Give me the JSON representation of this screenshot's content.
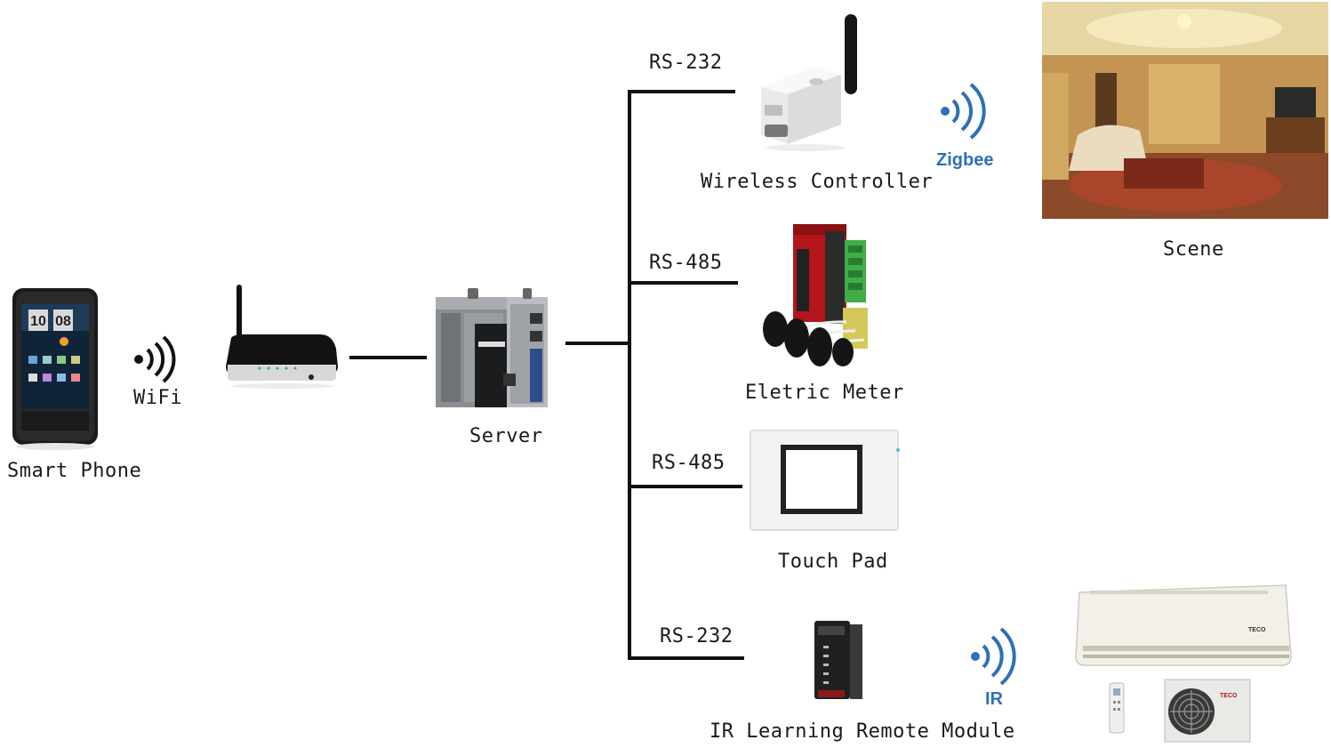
{
  "nodes": {
    "smart_phone": "Smart Phone",
    "wifi": "WiFi",
    "server": "Server",
    "wireless_controller": "Wireless Controller",
    "electric_meter": "Eletric Meter",
    "touch_pad": "Touch Pad",
    "ir_module": "IR Learning Remote Module",
    "scene": "Scene"
  },
  "phone_clock": {
    "hour": "10",
    "minute": "08"
  },
  "links": {
    "link1": "RS-232",
    "link2": "RS-485",
    "link3": "RS-485",
    "link4": "RS-232"
  },
  "wireless": {
    "zigbee": "Zigbee",
    "ir": "IR"
  },
  "brand": {
    "ac": "TECO"
  },
  "colors": {
    "line": "#111111",
    "wave": "#2f6fb7",
    "meter_red": "#b3161b",
    "terminal_green": "#3fae49"
  }
}
